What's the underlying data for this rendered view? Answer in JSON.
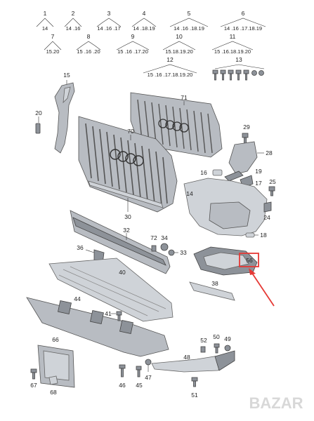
{
  "header_groups": [
    {
      "ref": "1",
      "sub": "14"
    },
    {
      "ref": "2",
      "sub": "14 .16"
    },
    {
      "ref": "3",
      "sub": "14 .16 .17"
    },
    {
      "ref": "4",
      "sub": "14 .18.19"
    },
    {
      "ref": "5",
      "sub": "14 .16 .18.19"
    },
    {
      "ref": "6",
      "sub": "14 .16 .17.18.19"
    },
    {
      "ref": "7",
      "sub": "15.20"
    },
    {
      "ref": "8",
      "sub": "15 .16 .20"
    },
    {
      "ref": "9",
      "sub": "15 .16 .17.20"
    },
    {
      "ref": "10",
      "sub": "15.18.19.20"
    },
    {
      "ref": "11",
      "sub": "15 .16.18.19.20"
    },
    {
      "ref": "12",
      "sub": "15 .16 .17.18.19.20"
    },
    {
      "ref": "13",
      "sub": ""
    }
  ],
  "part_labels": {
    "p15": "15",
    "p20": "20",
    "p71": "71",
    "p70": "70",
    "p29": "29",
    "p28": "28",
    "p16": "16",
    "p19": "19",
    "p17": "17",
    "p25": "25",
    "p14": "14",
    "p24": "24",
    "p30": "30",
    "p32": "32",
    "p72": "72",
    "p34": "34",
    "p33": "33",
    "p18": "18",
    "p36": "36",
    "p56": "56",
    "p40": "40",
    "p38": "38",
    "p44": "44",
    "p41": "41",
    "p66": "66",
    "p52": "52",
    "p50": "50",
    "p49": "49",
    "p48": "48",
    "p67": "67",
    "p68": "68",
    "p46": "46",
    "p45": "45",
    "p47": "47",
    "p51": "51"
  },
  "highlight_label": "56",
  "highlight_color": "#e53935",
  "watermark": "BAZAR"
}
